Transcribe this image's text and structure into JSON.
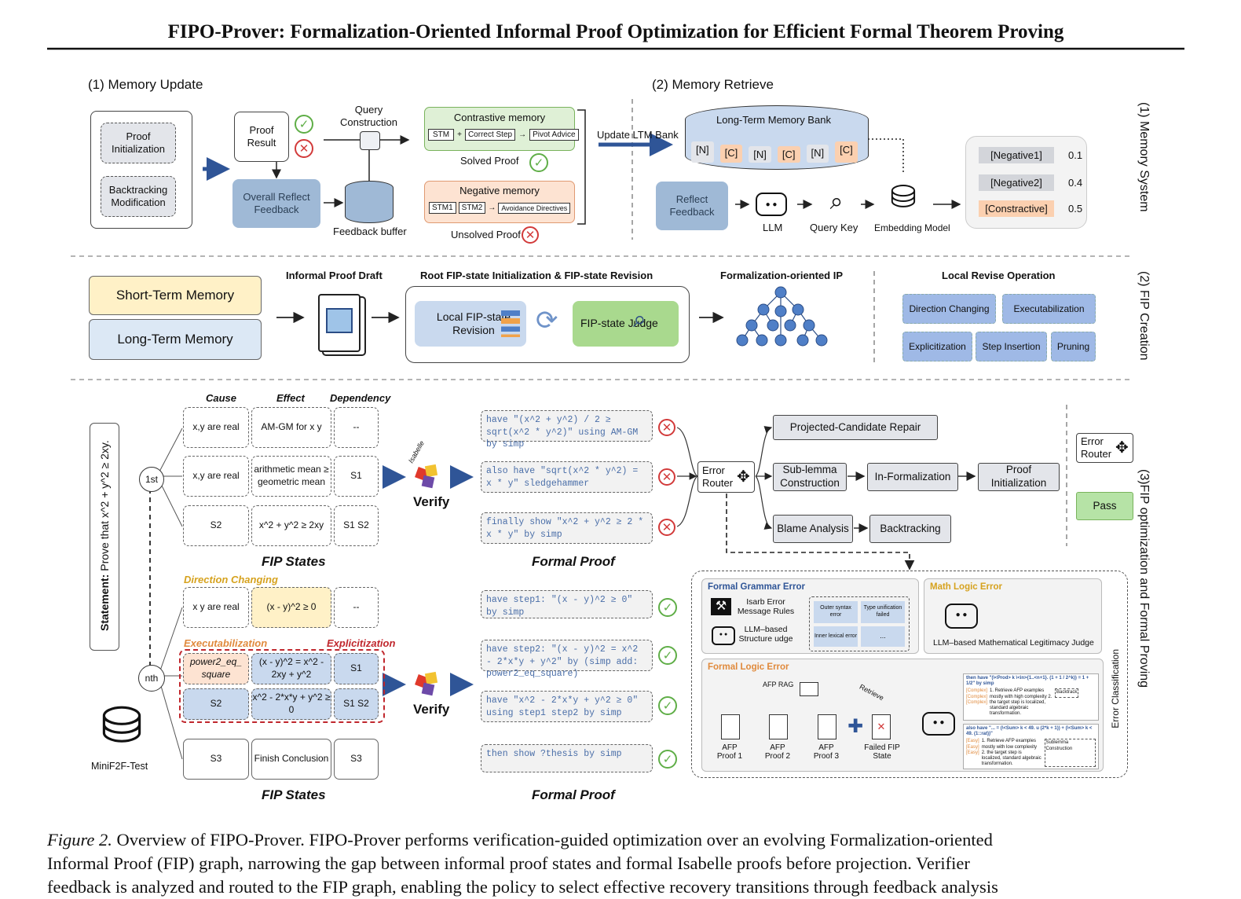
{
  "title": "FIPO-Prover: Formalization-Oriented Informal Proof Optimization for Efficient Formal Theorem Proving",
  "colors": {
    "blue_accent": "#2f5597",
    "red_error": "#d23a3a",
    "green_ok": "#5fae47",
    "orange_label": "#e08a3c",
    "yellow_label": "#d6a21e"
  },
  "section1": {
    "update_title": "(1) Memory Update",
    "retrieve_title": "(2) Memory Retrieve",
    "side": "(1) Memory System",
    "proof_init": "Proof Initialization",
    "backtrack_mod": "Backtracking Modification",
    "proof_result": "Proof Result",
    "query_construction": "Query Construction",
    "overall_reflect": "Overall Reflect Feedback",
    "feedback_buffer": "Feedback buffer",
    "contrastive_title": "Contrastive memory",
    "stm": "STM",
    "plus": "+",
    "correct_step": "Correct Step",
    "pivot_advice": "Pivot Advice",
    "solved_proof": "Solved Proof",
    "negative_title": "Negative memory",
    "stm1": "STM1",
    "stm2": "STM2",
    "avoidance": "Avoidance Directives",
    "unsolved_proof": "Unsolved Proof",
    "update_ltm": "Update LTM Bank",
    "ltm_bank": "Long-Term Memory Bank",
    "bank_items": [
      "[N]",
      "[C]",
      "[N]",
      "[C]",
      "[N]",
      "[C]"
    ],
    "reflect_feedback": "Reflect Feedback",
    "llm": "LLM",
    "query_key": "Query Key",
    "embedding_model": "Embedding Model",
    "results": [
      {
        "label": "[Negative1]",
        "score": "0.1"
      },
      {
        "label": "[Negative2]",
        "score": "0.4"
      },
      {
        "label": "[Constractive]",
        "score": "0.5"
      }
    ]
  },
  "section2": {
    "side": "(2) FIP Creation",
    "stm": "Short-Term Memory",
    "ltm": "Long-Term Memory",
    "draft_title": "Informal Proof Draft",
    "root_title": "Root FIP-state Initialization & FIP-state Revision",
    "local_revision": "Local FIP-state Revision",
    "judge": "FIP-state Judge",
    "formal_ip": "Formalization-oriented IP",
    "local_revise": "Local Revise Operation",
    "ops": [
      "Direction Changing",
      "Executabilization",
      "Explicitization",
      "Step Insertion",
      "Pruning"
    ]
  },
  "section3": {
    "side": "(3)FIP optimization and Formal Proving",
    "statement_bold": "Statement:",
    "statement_text": " Prove that x^2 + y^2 ≥ 2xy.",
    "col_cause": "Cause",
    "col_effect": "Effect",
    "col_dependency": "Dependency",
    "first": "1st",
    "nth": "nth",
    "rows1": [
      [
        "x,y are real",
        "AM-GM for x y",
        "--"
      ],
      [
        "x,y are real",
        "arithmetic mean ≥ geometric mean",
        "S1"
      ],
      [
        "S2",
        "x^2 + y^2 ≥ 2xy",
        "S1 S2"
      ]
    ],
    "fip_states": "FIP States",
    "formal_proof": "Formal Proof",
    "verify": "Verify",
    "isabelle": "Isabelle",
    "proof1": [
      "have \"(x^2 + y^2) / 2 ≥ sqrt(x^2 * y^2)\" using AM-GM by simp",
      "also have \"sqrt(x^2 * y^2) = x * y\" sledgehammer",
      "finally show \"x^2 + y^2 ≥ 2 * x * y\" by simp"
    ],
    "error_router": "Error Router",
    "projected_repair": "Projected-Candidate Repair",
    "sublemma": "Sub-lemma Construction",
    "in_formalization": "In-Formalization",
    "proof_initialization": "Proof Initialization",
    "blame": "Blame Analysis",
    "backtracking": "Backtracking",
    "pass": "Pass",
    "direction_changing": "Direction Changing",
    "executabilization": "Executabilization",
    "explicitization": "Explicitization",
    "rows2": [
      [
        "x y are real",
        "(x - y)^2 ≥ 0",
        "--"
      ],
      [
        "power2_eq_ square",
        "(x - y)^2 = x^2 - 2xy + y^2",
        "S1"
      ],
      [
        "S2",
        "x^2 - 2*x*y + y^2 ≥ 0",
        "S1 S2"
      ],
      [
        "S3",
        "Finish Conclusion",
        "S3"
      ]
    ],
    "proof2": [
      "have step1: \"(x - y)^2 ≥ 0\" by simp",
      "have step2: \"(x - y)^2 = x^2 - 2*x*y + y^2\" by (simp add: power2_eq_square)",
      "have \"x^2 - 2*x*y + y^2 ≥ 0\" using step1 step2 by simp",
      "then show ?thesis by simp"
    ],
    "minif2f": "MiniF2F-Test",
    "error_classification": "Error Classification",
    "formal_grammar_error": "Formal Grammar Error",
    "isarb": "Isarb Error Message Rules",
    "llm_structure": "LLM–based Structure udge",
    "outer_syntax": "Outer syntax error",
    "type_unification": "Type unification failed",
    "inner_lexical": "Inner lexical error",
    "ellipsis": "...",
    "math_logic_error": "Math Logic Error",
    "math_judge": "LLM–based Mathematical Legitimacy Judge",
    "formal_logic_error": "Formal Logic Error",
    "afp_rag": "AFP RAG",
    "retrieve": "Retrieve",
    "afp1": "AFP Proof 1",
    "afp2": "AFP Proof 2",
    "afp3": "AFP Proof 3",
    "failed_state": "Failed FIP State",
    "card1_text": "then have \"(\\<Prod> k \\<in>{1..<n+1}. (1 + 1 / 2^k)) = 1 + 1/2\" by simp",
    "card1_tags": [
      "[Complex]",
      "[Complex]",
      "[Complex]"
    ],
    "card1_notes": "1. Retrieve AFP examples mostly with high complexity 2. the target step is localized, standard algebraic transformation.",
    "card1_action": "Backtrack",
    "card2_text": "also have \"... = (\\<Sum> k < 49. u (2*k + 1)) + (\\<Sum> k < 49. (1::rat))\"",
    "card2_tags": [
      "[Easy]",
      "[Easy]",
      "[Easy]"
    ],
    "card2_notes": "1. Retrieve AFP examples mostly with low complexity 2. the target step is localized, standard algebraic transformation.",
    "card2_action": "Sublemma Construction"
  },
  "caption": {
    "label": "Figure 2.",
    "line1": " Overview of FIPO-Prover. FIPO-Prover performs verification-guided optimization over an evolving Formalization-oriented",
    "line2": "Informal Proof (FIP) graph, narrowing the gap between informal proof states and formal Isabelle proofs before projection. Verifier",
    "line3": "feedback is analyzed and routed to the FIP graph, enabling the policy to select effective recovery transitions through feedback analysis"
  }
}
